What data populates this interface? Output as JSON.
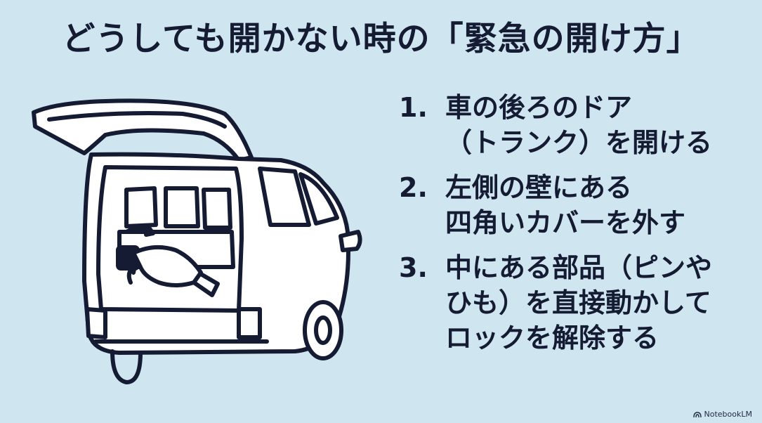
{
  "title": "どうしても開かない時の「緊急の開け方」",
  "steps": [
    {
      "number": "1.",
      "lines": [
        "車の後ろのドア",
        "（トランク）を開ける"
      ]
    },
    {
      "number": "2.",
      "lines": [
        "左側の壁にある",
        "四角いカバーを外す"
      ]
    },
    {
      "number": "3.",
      "lines": [
        "中にある部品（ピンや",
        "ひも）を直接動かして",
        "ロックを解除する"
      ]
    }
  ],
  "illustration": {
    "icon": "car-trunk-open-icon",
    "hand_icon": "hand-icon",
    "arrows_icon": "rotate-arrows-icon"
  },
  "watermark": {
    "text": "NotebookLM",
    "icon": "notebooklm-logo-icon"
  },
  "colors": {
    "background": "#cfe5f0",
    "ink": "#141b33",
    "car_fill": "#ffffff"
  }
}
